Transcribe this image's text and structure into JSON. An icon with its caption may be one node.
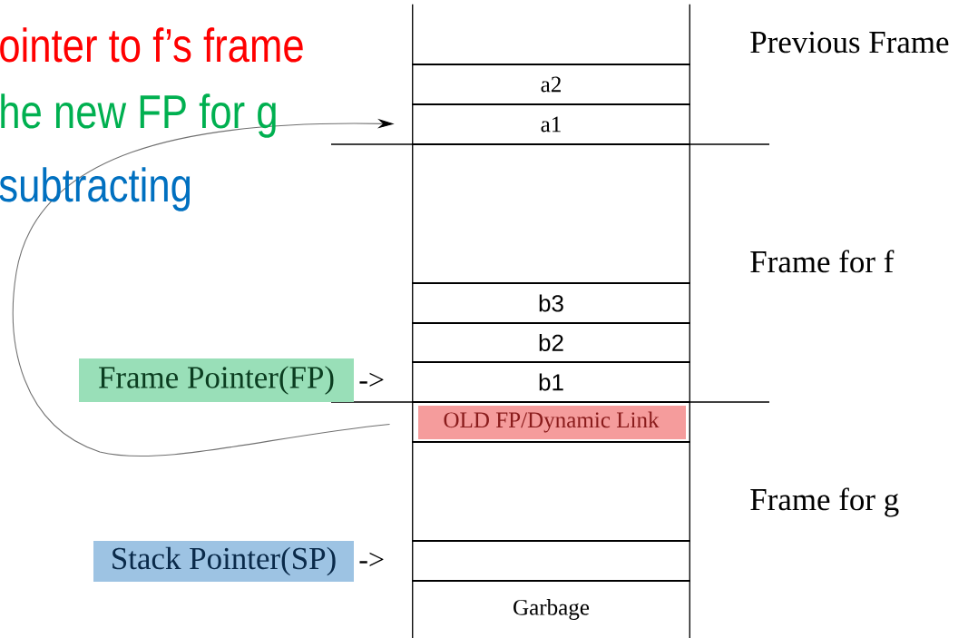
{
  "diagram": {
    "nodes": [
      {
        "text": [],
        "shape": "box"
      },
      {
        "text": [
          "a2"
        ]
      },
      {
        "text": [
          "a1"
        ]
      },
      {
        "text": [],
        "shape": "box"
      },
      {
        "text": [
          "b3"
        ]
      },
      {
        "text": [
          "b2"
        ]
      },
      {
        "text": [
          "b1"
        ]
      },
      {
        "text": [
          "OLD FP/Dynamic Link"
        ]
      },
      {
        "text": [],
        "shape": "box"
      },
      {
        "text": [],
        "shape": "box"
      },
      {
        "text": [
          "Garbage"
        ]
      },
      {
        "text": [
          "Frame Pointer(FP)"
        ]
      },
      {
        "text": [
          "Stack Pointer(SP)"
        ]
      }
    ],
    "edges": [
      {
        "from": 7,
        "to": 2,
        "arrow": "to"
      }
    ],
    "labels": [
      "ointer to f’s frame",
      "he new FP for g",
      "subtracting",
      "Previous Frame",
      "Frame for f",
      "Frame for g",
      "->",
      "->"
    ]
  }
}
